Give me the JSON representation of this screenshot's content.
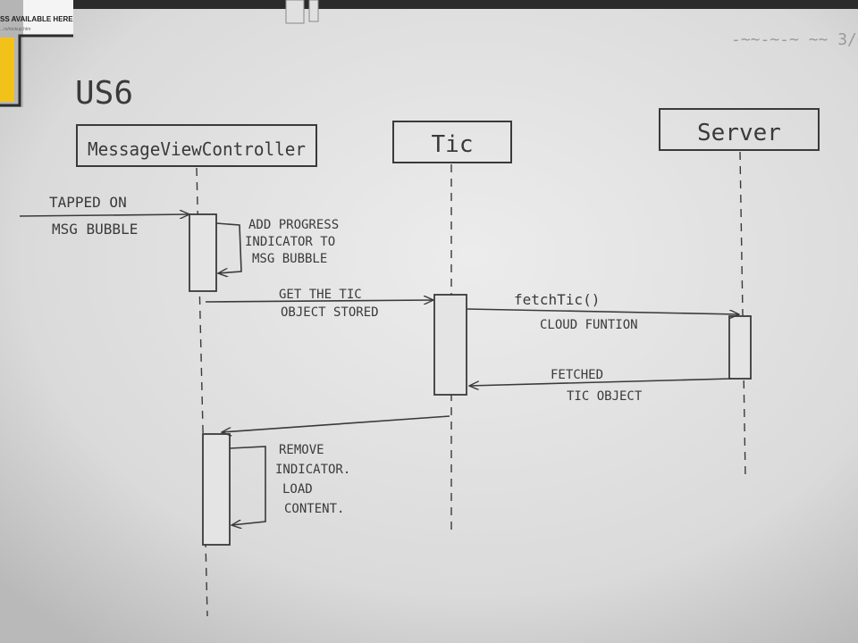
{
  "board": {
    "title": "US6",
    "sticker_line1": "SS AVAILABLE HERE",
    "sticker_line2": "...rs/rockup.htm",
    "scribble": "-~~-~-~ ~~ 3/~"
  },
  "participants": [
    {
      "name": "MessageViewController"
    },
    {
      "name": "Tic"
    },
    {
      "name": "Server"
    }
  ],
  "messages": {
    "tapped": [
      "TAPPED ON",
      "MSG BUBBLE"
    ],
    "add_progress": [
      "ADD PROGRESS",
      "INDICATOR TO",
      "MSG BUBBLE"
    ],
    "get_tic": [
      "GET THE TIC",
      "OBJECT STORED"
    ],
    "fetch": [
      "fetchTic()",
      "CLOUD FUNTION"
    ],
    "fetched": [
      "FETCHED",
      "TIC OBJECT"
    ],
    "remove": [
      "REMOVE",
      "INDICATOR.",
      "LOAD",
      "CONTENT."
    ]
  },
  "colors": {
    "ink": "#3a3a3a",
    "board": "#dcdcdc",
    "frame": "#2b2b2b",
    "sticker": "#f2c21b"
  }
}
